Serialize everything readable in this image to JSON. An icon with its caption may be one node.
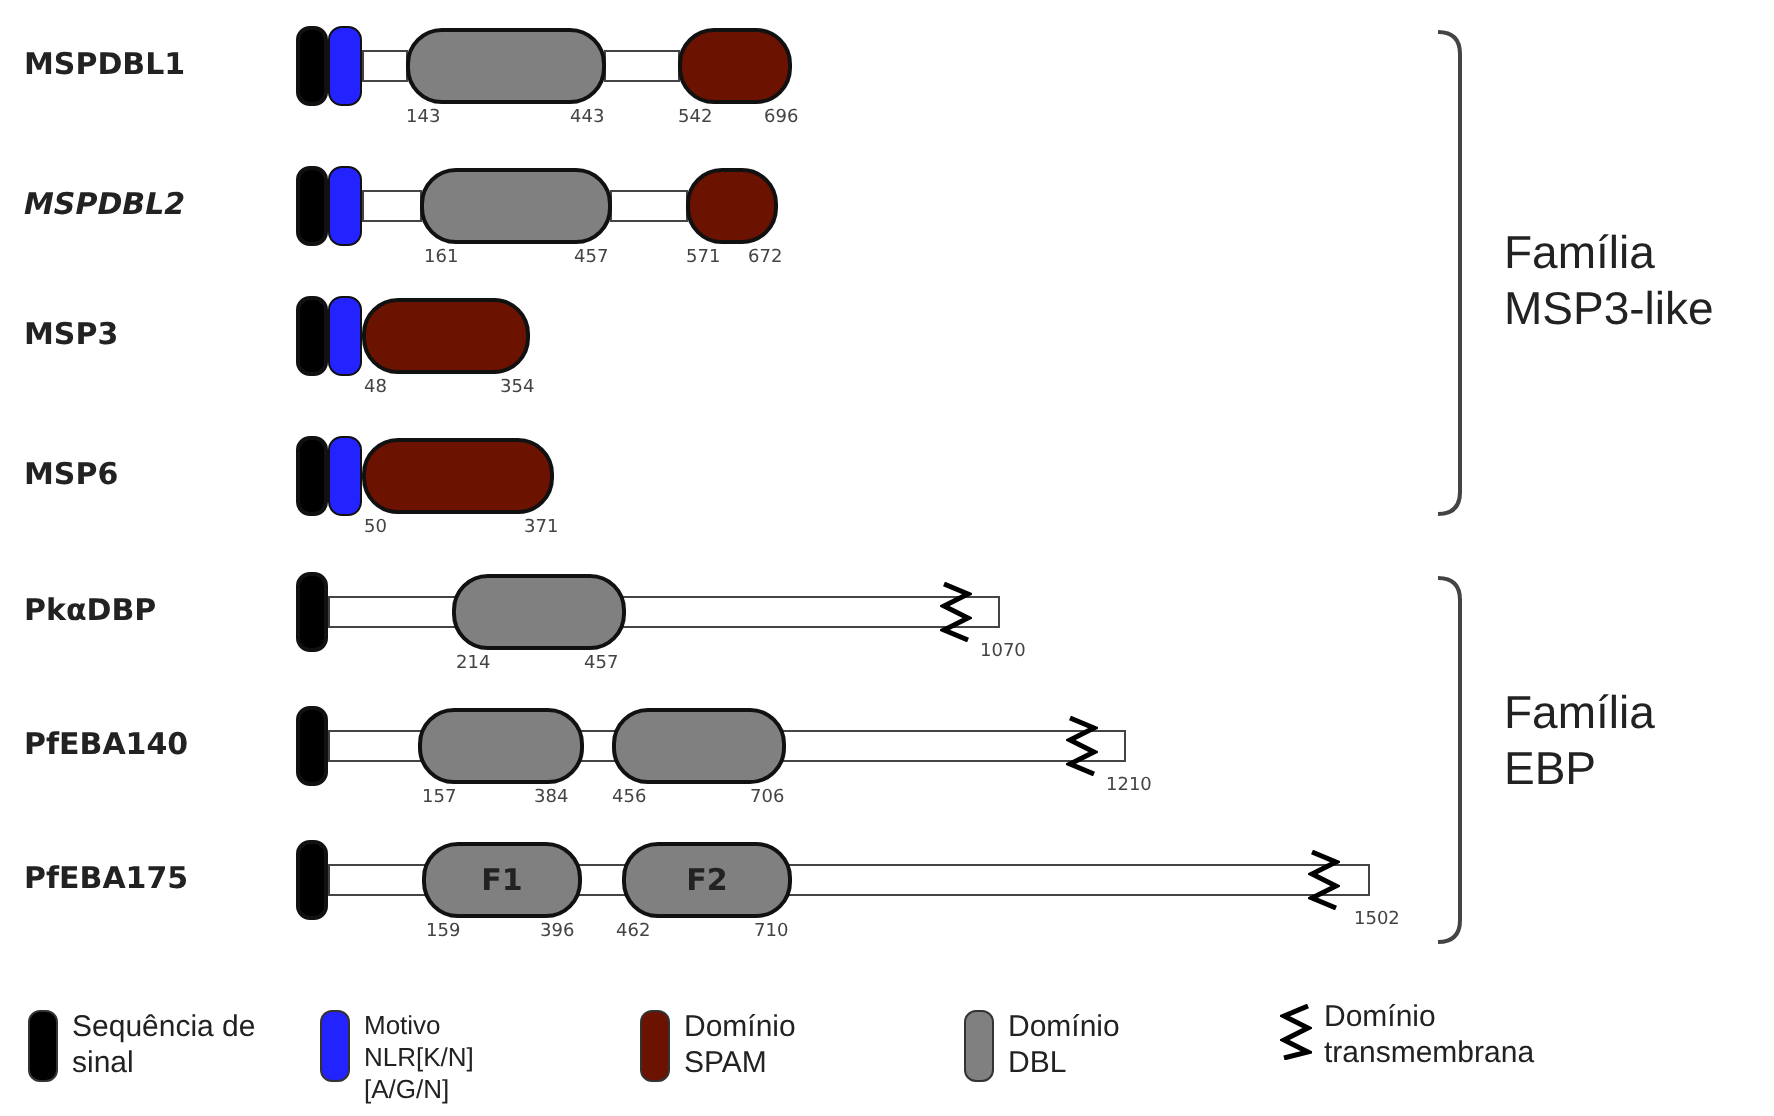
{
  "diagram": {
    "nodes": [
      {
        "text": [],
        "shape": "box"
      },
      {
        "text": [],
        "shape": "box"
      },
      {
        "text": [],
        "shape": "bar"
      },
      {
        "text": [],
        "shape": "box"
      },
      {
        "text": [],
        "shape": "bar"
      },
      {
        "text": [],
        "shape": "box"
      },
      {
        "text": [],
        "shape": "box"
      },
      {
        "text": [],
        "shape": "box"
      },
      {
        "text": [],
        "shape": "bar"
      },
      {
        "text": [],
        "shape": "box"
      },
      {
        "text": [],
        "shape": "bar"
      },
      {
        "text": [],
        "shape": "box"
      },
      {
        "text": [],
        "shape": "box"
      },
      {
        "text": [],
        "shape": "box"
      },
      {
        "text": [],
        "shape": "box"
      },
      {
        "text": [],
        "shape": "box"
      },
      {
        "text": [],
        "shape": "box"
      },
      {
        "text": [],
        "shape": "box"
      },
      {
        "text": [],
        "shape": "box"
      },
      {
        "text": [],
        "shape": "bar"
      },
      {
        "text": [],
        "shape": "box"
      },
      {
        "text": [],
        "shape": "box"
      },
      {
        "text": [],
        "shape": "bar"
      },
      {
        "text": [],
        "shape": "box"
      },
      {
        "text": [],
        "shape": "box"
      },
      {
        "text": [],
        "shape": "box"
      },
      {
        "text": [],
        "shape": "bar"
      },
      {
        "text": [
          "F1"
        ]
      },
      {
        "text": [
          "F2"
        ]
      }
    ],
    "labels": [
      "MSPDBL1",
      "143",
      "443",
      "542",
      "696",
      "MSPDBL2",
      "161",
      "457",
      "571",
      "672",
      "MSP3",
      "48",
      "354",
      "MSP6",
      "50",
      "371",
      "PkαDBP",
      "214",
      "457",
      "1070",
      "PfEBA140",
      "157",
      "384",
      "456",
      "706",
      "1210",
      "PfEBA175",
      "159",
      "396",
      "462",
      "710",
      "1502",
      "Família MSP3-like",
      "Família EBP"
    ],
    "legend": [
      {
        "text": "Sequência de sinal",
        "color": "#000000"
      },
      {
        "text": "Motivo NLR[K/N][A/G/N]",
        "color": "#2323ff"
      },
      {
        "text": "Domínio SPAM",
        "color": "#6b1200"
      },
      {
        "text": "Domínio DBL",
        "color": "#808080"
      },
      {
        "text": "Domínio transmembrana"
      }
    ]
  }
}
